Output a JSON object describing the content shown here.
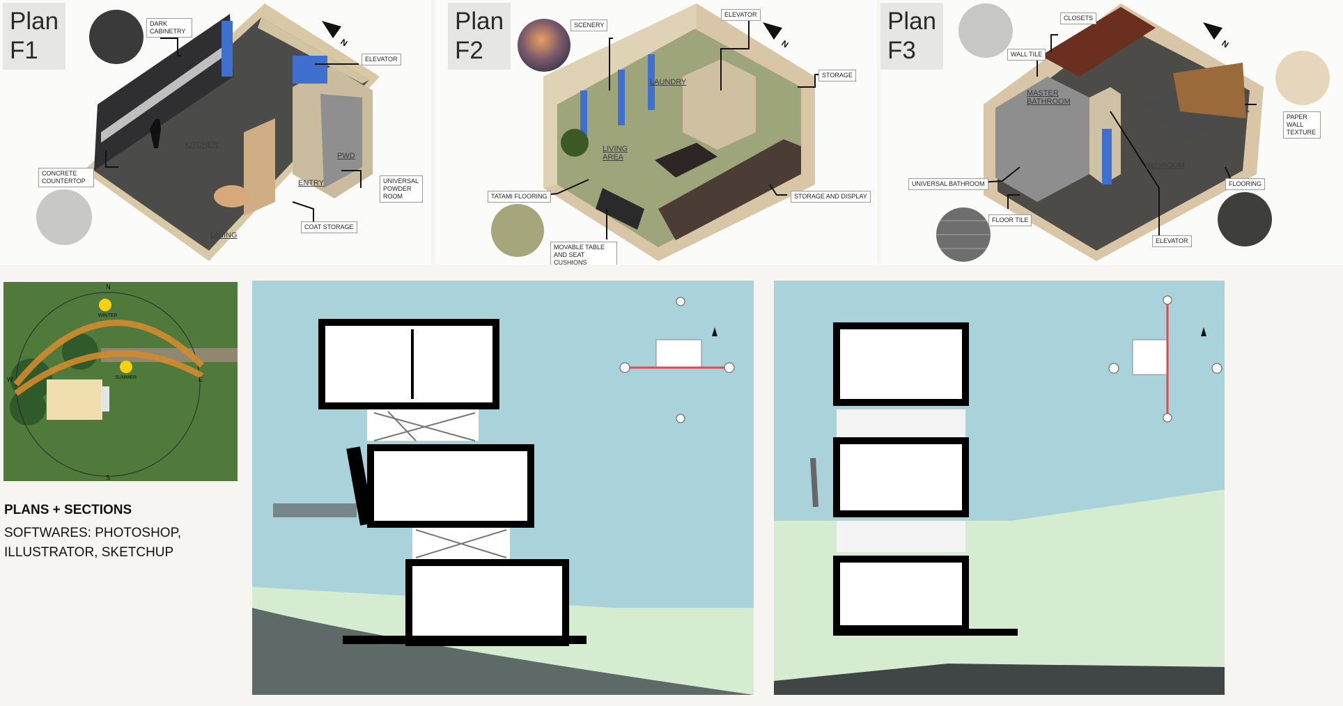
{
  "plans": [
    {
      "title": "Plan F1",
      "labels": {
        "dark_cabinetry": "DARK CABINETRY",
        "elevator": "ELEVATOR",
        "concrete_countertop": "CONCRETE COUNTERTOP",
        "universal_powder_room": "UNIVERSAL POWDER ROOM",
        "coat_storage": "COAT STORAGE"
      },
      "rooms": {
        "kitchen": "KITCHEN",
        "pwd": "PWD",
        "entry": "ENTRY",
        "dining": "DINING"
      }
    },
    {
      "title": "Plan F2",
      "labels": {
        "scenery": "SCENERY",
        "elevator": "ELEVATOR",
        "storage": "STORAGE",
        "tatami_flooring": "TATAMI FLOORING",
        "storage_display": "STORAGE AND DISPLAY",
        "movable_table": "MOVABLE TABLE AND SEAT CUSHIONS"
      },
      "rooms": {
        "laundry": "LAUNDRY",
        "living_area": "LIVING AREA"
      }
    },
    {
      "title": "Plan F3",
      "labels": {
        "closets": "CLOSETS",
        "wall_tile": "WALL TILE",
        "paper_wall_texture": "PAPER WALL TEXTURE",
        "universal_bathroom": "UNIVERSAL BATHROOM",
        "flooring": "FLOORING",
        "floor_tile": "FLOOR TILE",
        "elevator": "ELEVATOR"
      },
      "rooms": {
        "master_bathroom": "MASTER BATHROOM",
        "bedroom": "BEDROOM"
      }
    }
  ],
  "sun_diagram": {
    "n": "N",
    "s": "S",
    "e": "E",
    "w": "W",
    "winter": "WINTER",
    "summer": "SUMMER"
  },
  "caption": {
    "title": "PLANS + SECTIONS",
    "subtitle": "SOFTWARES:  PHOTOSHOP, ILLUSTRATOR, SKETCHUP"
  },
  "colors": {
    "sky": "#a9d2da",
    "ground": "#d6ecd0",
    "hill": "#5e6a68",
    "grass": "#4f7a3c",
    "section_cut": "#e04a4a",
    "wall_beige": "#d8c6a6",
    "floor_dark": "#4a4a48"
  }
}
